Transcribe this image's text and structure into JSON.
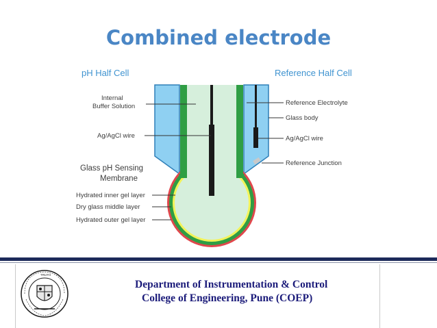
{
  "title": "Combined electrode",
  "diagram": {
    "ph_half_cell": "pH Half Cell",
    "reference_half_cell": "Reference Half Cell",
    "left_labels": {
      "internal_buffer_line1": "Internal",
      "internal_buffer_line2": "Buffer Solution",
      "ag_agcl_wire": "Ag/AgCl wire",
      "glass_membrane_line1": "Glass pH Sensing",
      "glass_membrane_line2": "Membrane",
      "hydrated_inner": "Hydrated inner gel layer",
      "dry_glass": "Dry glass middle layer",
      "hydrated_outer": "Hydrated outer gel layer"
    },
    "right_labels": {
      "reference_electrolyte": "Reference Electrolyte",
      "glass_body": "Glass body",
      "ag_agcl_wire": "Ag/AgCl wire",
      "reference_junction": "Reference Junction"
    },
    "colors": {
      "outer_electrolyte": "#8fd0f2",
      "inner_buffer": "#d6efdc",
      "glass": "#2f9e44",
      "inner_gel": "#f3f35a",
      "outer_gel": "#e0474c",
      "wire": "#1a1a1a"
    }
  },
  "footer": {
    "line1": "Department of Instrumentation & Control",
    "line2": "College of Engineering, Pune (COEP)",
    "seal_top_text": "TRUTH",
    "seal_bottom_text": "COLLEGE OF ENGINEERING"
  }
}
